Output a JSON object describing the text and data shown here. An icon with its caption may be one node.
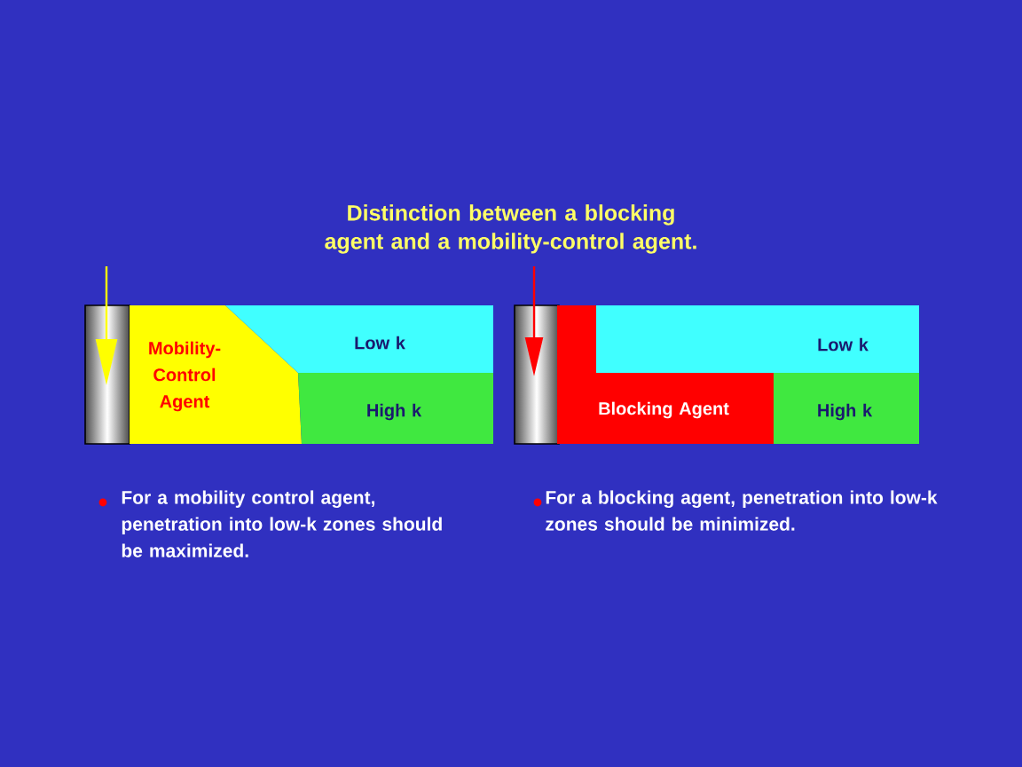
{
  "diagram": {
    "title": "Distinction between a blocking agent and a mobility-control agent.",
    "nodes": [
      {
        "text": [
          "Mobility-Control Agent"
        ]
      },
      {
        "text": [
          "Low k"
        ]
      },
      {
        "text": [
          "High k"
        ]
      },
      {
        "text": [
          "Blocking Agent"
        ]
      },
      {
        "text": [
          "Low k"
        ]
      },
      {
        "text": [
          "High k"
        ]
      }
    ],
    "labels": [
      "For a mobility control agent, penetration into low-k zones should be maximized.",
      "For a blocking agent, penetration into low-k zones should be minimized."
    ]
  }
}
